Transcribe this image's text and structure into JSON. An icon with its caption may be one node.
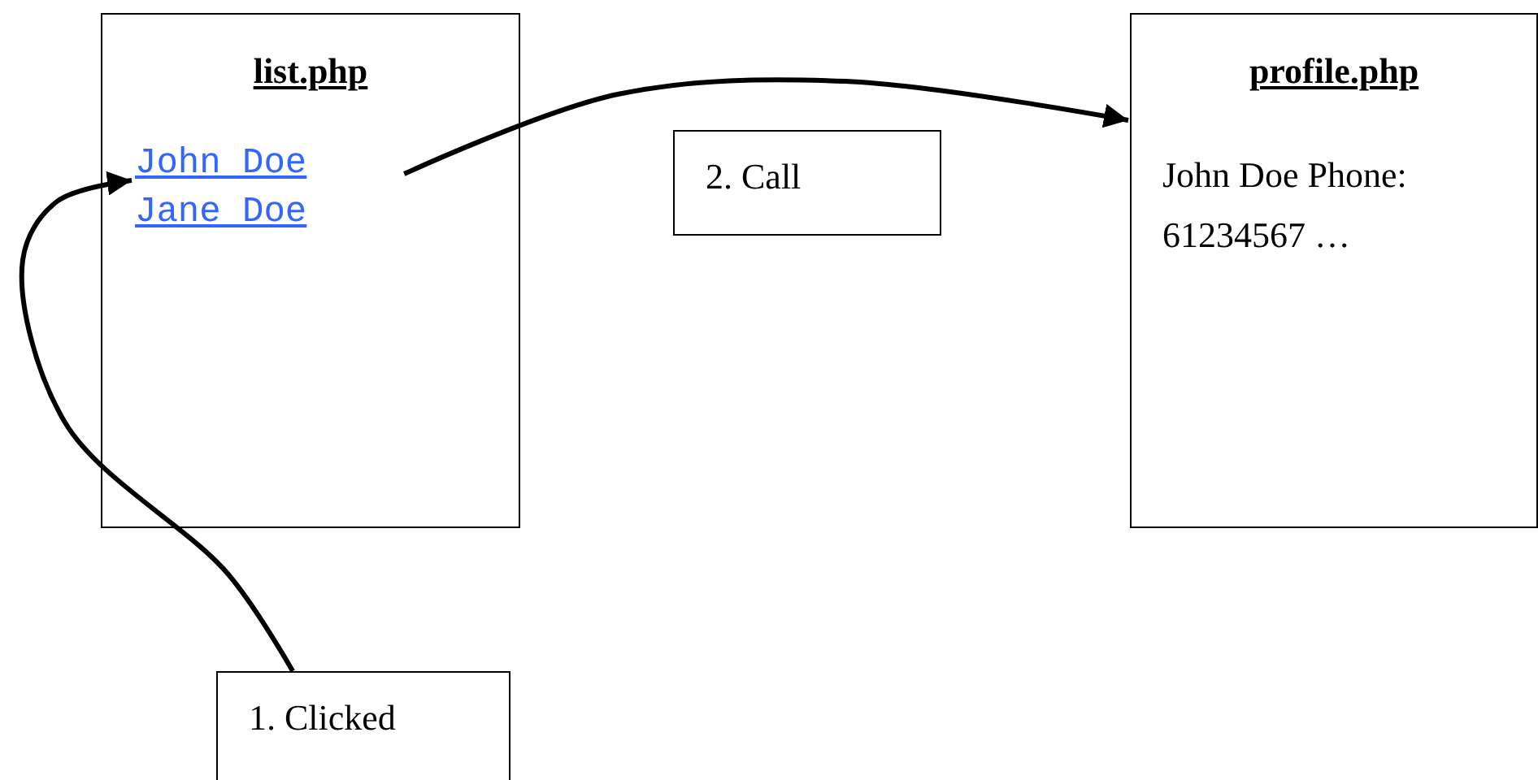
{
  "diagram": {
    "nodes": [
      {
        "text": [
          "list.php"
        ]
      },
      {
        "text": [
          "John Doe"
        ],
        "in": 0
      },
      {
        "text": [
          "Jane Doe"
        ],
        "in": 0
      },
      {
        "text": [
          "2. Call"
        ]
      },
      {
        "text": [
          "profile.php",
          "John Doe Phone: 61234567 …"
        ]
      },
      {
        "text": [
          "1. Clicked"
        ]
      }
    ],
    "edges": [
      {
        "from": 5,
        "to": 1,
        "arrow": "to"
      },
      {
        "from": 1,
        "to": 4,
        "arrow": "to"
      }
    ]
  }
}
